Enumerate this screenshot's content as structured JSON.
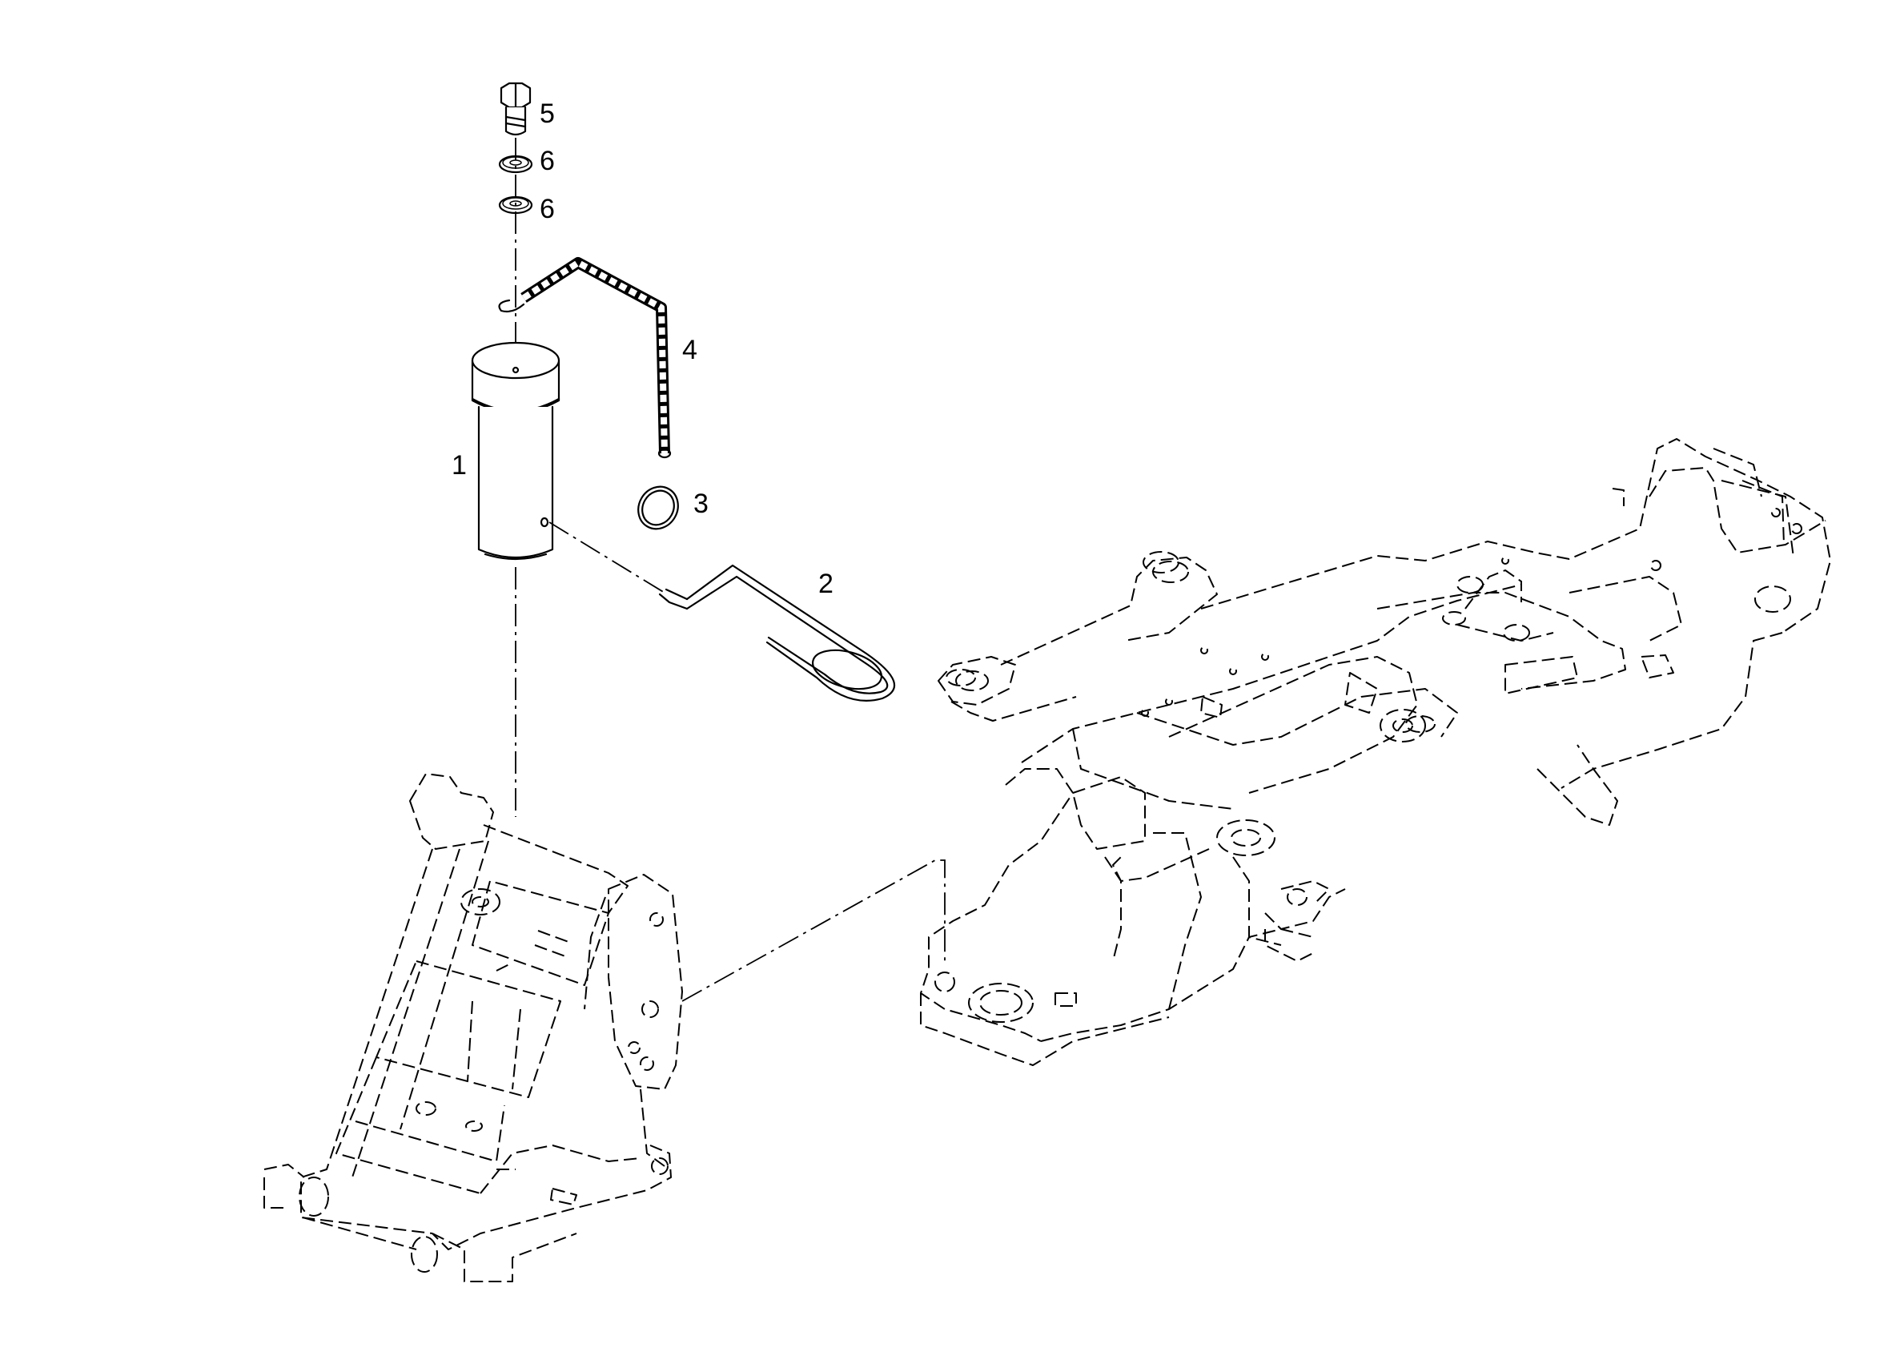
{
  "parts": [
    {
      "id": "pin",
      "number": "1"
    },
    {
      "id": "lynch-pin",
      "number": "2"
    },
    {
      "id": "ring",
      "number": "3"
    },
    {
      "id": "chain",
      "number": "4"
    },
    {
      "id": "bolt",
      "number": "5"
    },
    {
      "id": "washer-upper",
      "number": "6"
    },
    {
      "id": "washer-lower",
      "number": "6"
    }
  ]
}
